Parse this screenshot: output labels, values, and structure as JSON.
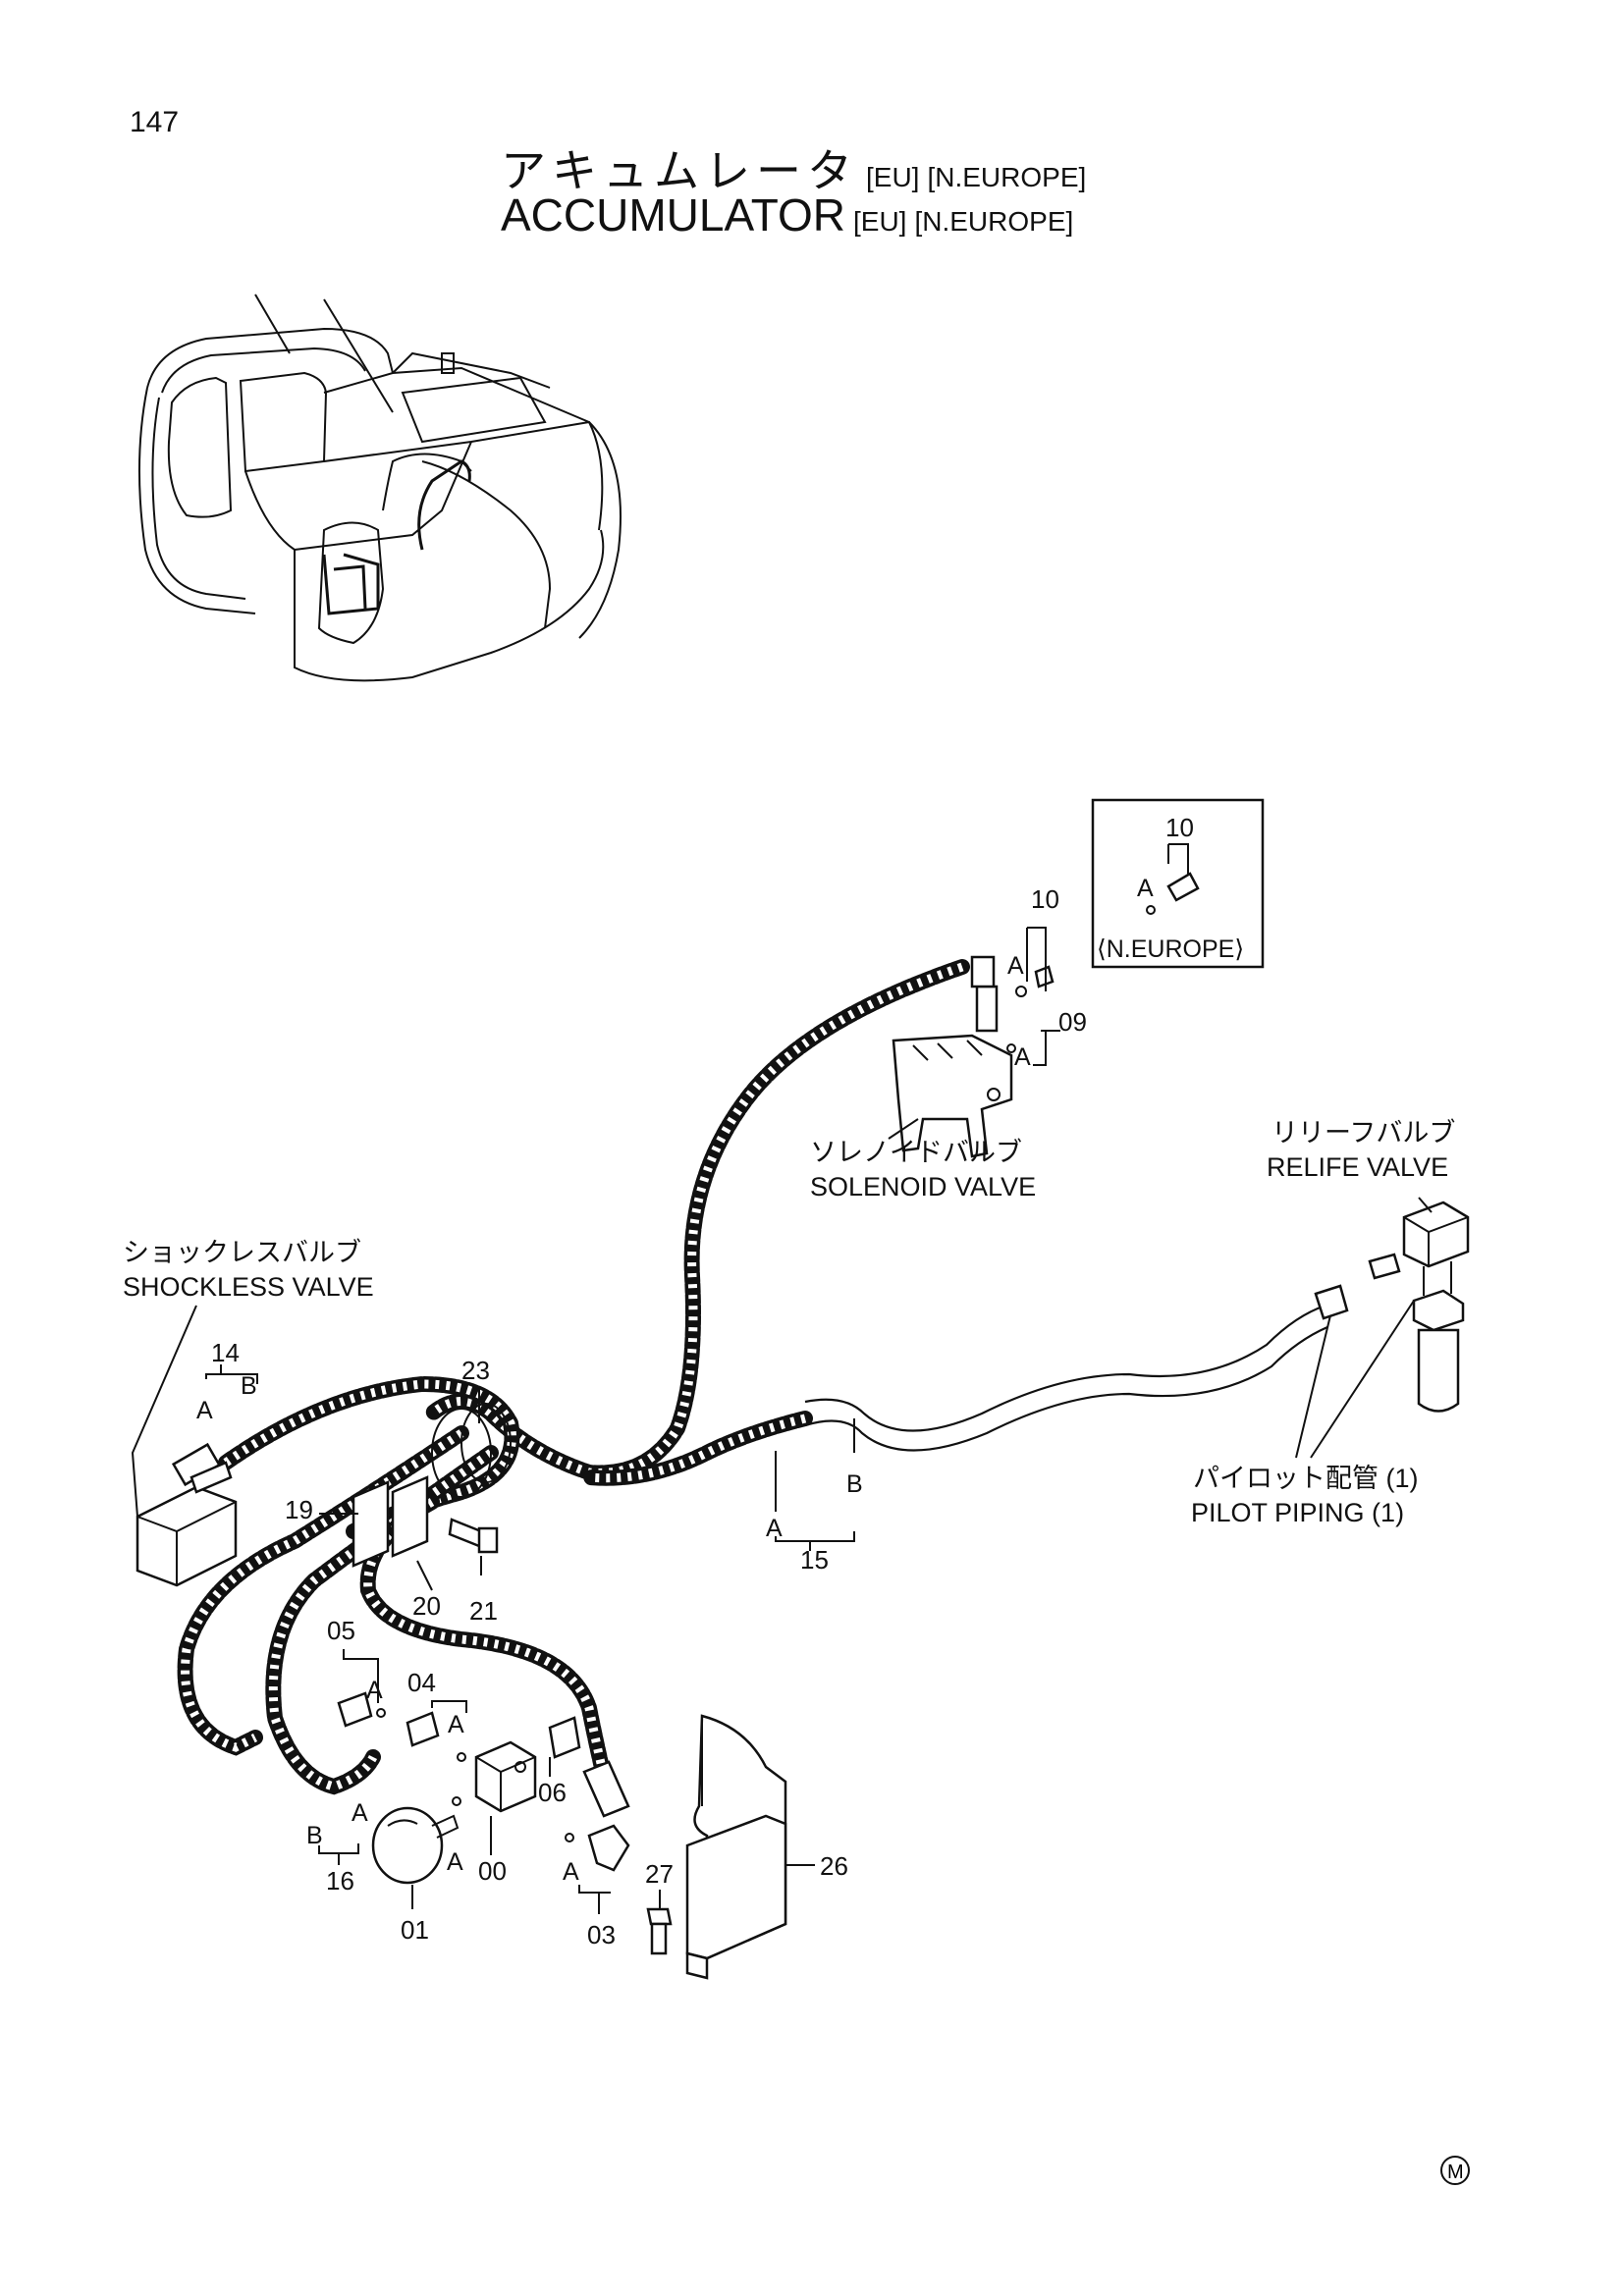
{
  "page": {
    "number": "147"
  },
  "title": {
    "jp": "アキュムレータ",
    "en": "ACCUMULATOR",
    "tag_eu": "[EU]",
    "tag_region": "[N.EUROPE]"
  },
  "inset": {
    "part": "10",
    "ref": "A",
    "region": "⟨N.EUROPE⟩"
  },
  "components": {
    "solenoid_valve": {
      "jp": "ソレノイドバルブ",
      "en": "SOLENOID VALVE"
    },
    "relife_valve": {
      "jp": "リリーフバルブ",
      "en": "RELIFE VALVE"
    },
    "shockless_valve": {
      "jp": "ショックレスバルブ",
      "en": "SHOCKLESS VALVE"
    },
    "pilot_piping": {
      "jp": "パイロット配管 (1)",
      "en": "PILOT PIPING (1)"
    }
  },
  "parts": {
    "p00": "00",
    "p01": "01",
    "p03": "03",
    "p04": "04",
    "p05": "05",
    "p06": "06",
    "p09": "09",
    "p10": "10",
    "p14": "14",
    "p15": "15",
    "p16": "16",
    "p19": "19",
    "p20": "20",
    "p21": "21",
    "p23": "23",
    "p26": "26",
    "p27": "27"
  },
  "refs": {
    "a": "A",
    "b": "B"
  },
  "footer": {
    "mark": "M"
  },
  "icons": {
    "machine": "excavator-overview-icon",
    "accumulator": "accumulator-sphere-icon",
    "block": "manifold-block-icon",
    "bracket": "bracket-plate-icon",
    "bolt": "bolt-icon"
  }
}
